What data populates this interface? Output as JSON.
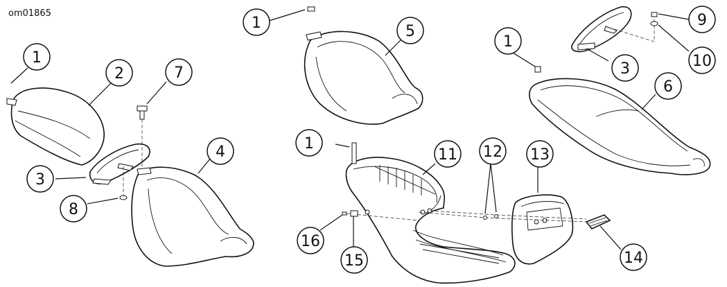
{
  "figure": {
    "id": "om01865"
  },
  "callouts": [
    {
      "label": "1"
    },
    {
      "label": "1"
    },
    {
      "label": "1"
    },
    {
      "label": "1"
    },
    {
      "label": "2"
    },
    {
      "label": "3"
    },
    {
      "label": "3"
    },
    {
      "label": "4"
    },
    {
      "label": "5"
    },
    {
      "label": "6"
    },
    {
      "label": "7"
    },
    {
      "label": "8"
    },
    {
      "label": "9"
    },
    {
      "label": "10"
    },
    {
      "label": "11"
    },
    {
      "label": "12"
    },
    {
      "label": "13"
    },
    {
      "label": "14"
    },
    {
      "label": "15"
    },
    {
      "label": "16"
    }
  ]
}
